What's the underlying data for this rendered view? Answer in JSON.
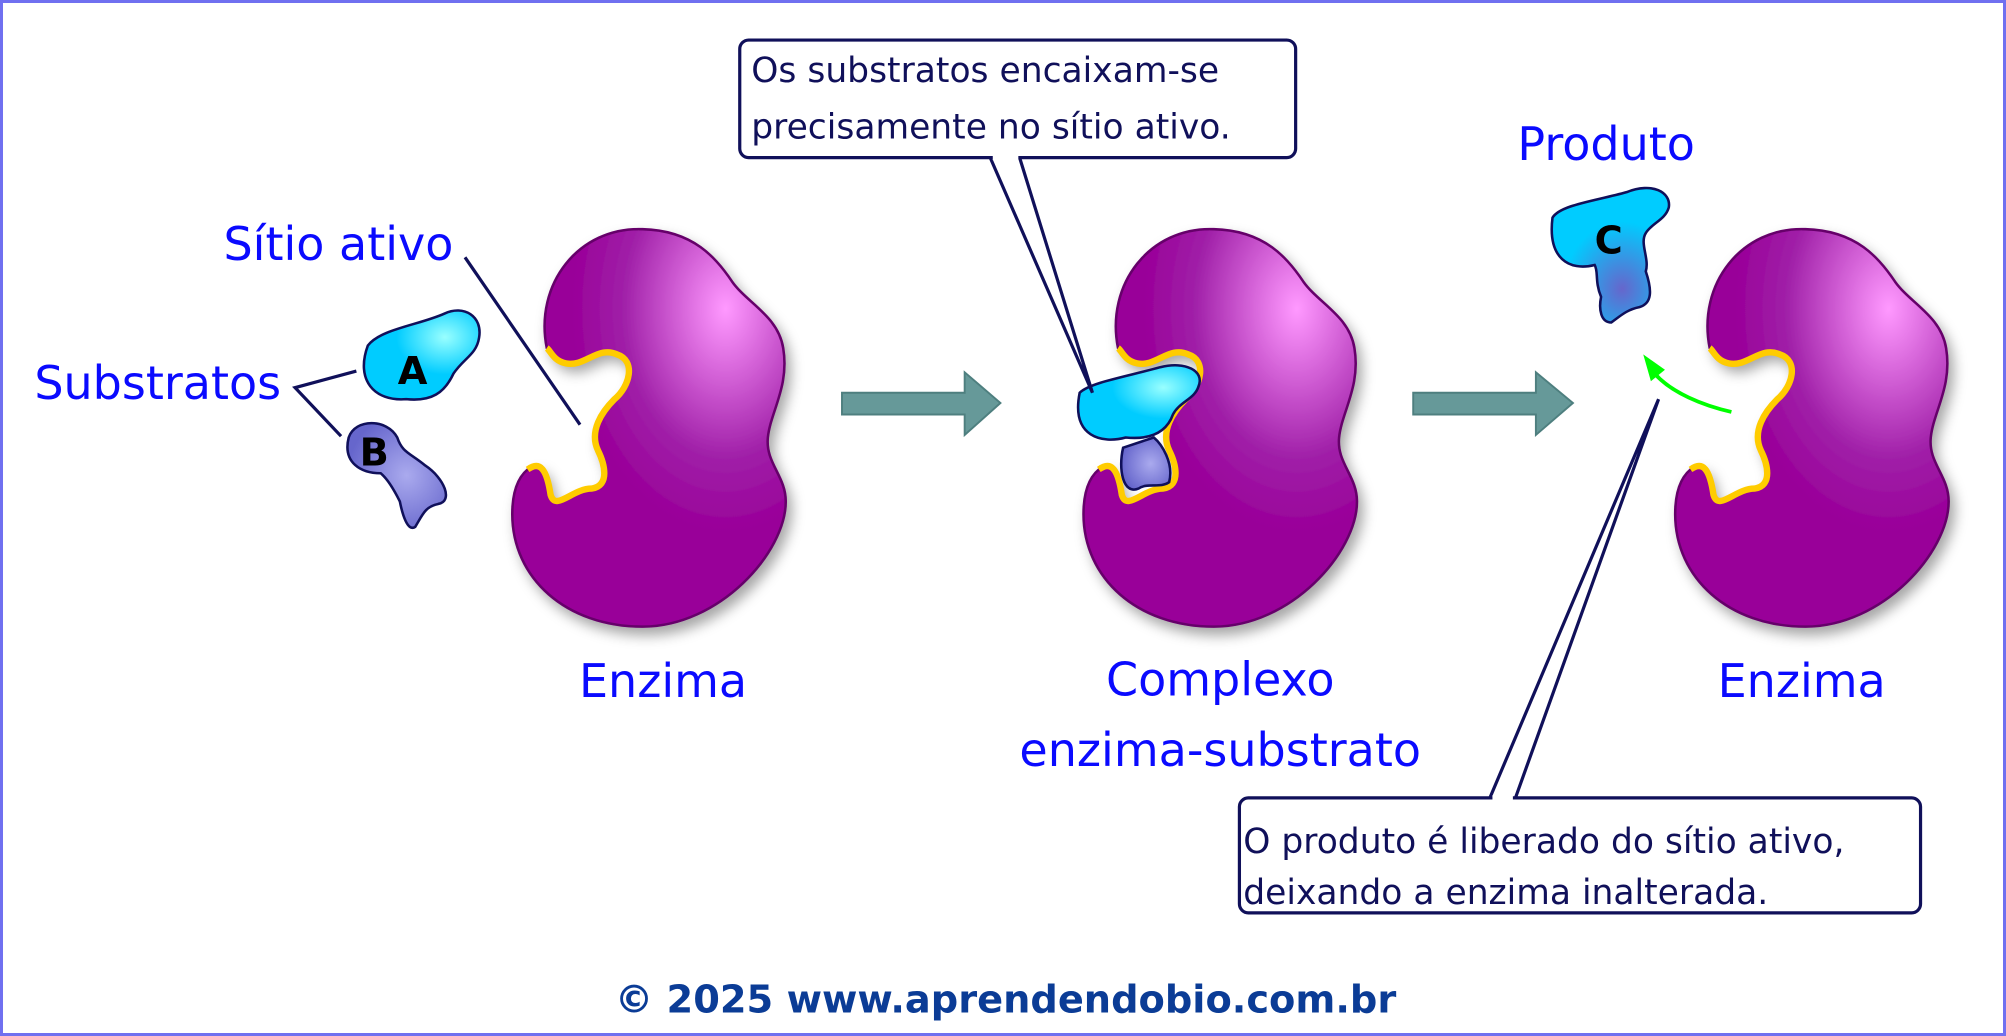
{
  "labels": {
    "active_site": "Sítio ativo",
    "substrates": "Substratos",
    "enzyme_left": "Enzima",
    "complex_line1": "Complexo",
    "complex_line2": "enzima-substrato",
    "product": "Produto",
    "enzyme_right": "Enzima"
  },
  "molecules": {
    "a": "A",
    "b": "B",
    "c": "C"
  },
  "callouts": {
    "fit_line1": "Os substratos encaixam-se",
    "fit_line2": "precisamente no sítio ativo.",
    "release_line1": "O produto é liberado do sítio ativo,",
    "release_line2": "deixando a enzima inalterada."
  },
  "footer": "© 2025 www.aprendendobio.com.br",
  "colors": {
    "enzyme": "#990099",
    "active_site_outline": "#ffcc00",
    "substrate_a": "#00ccff",
    "substrate_b": "#6666cc",
    "arrow": "#669999",
    "release_arrow": "#00ff00",
    "label_text": "#0000ff"
  }
}
